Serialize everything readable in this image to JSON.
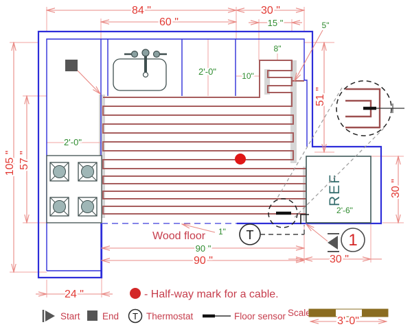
{
  "dims": {
    "top_84": "84 \"",
    "top_60": "60 \"",
    "top_30": "30 \"",
    "top_15": "15 \"",
    "niche_5": "5\"",
    "cable_8": "8\"",
    "counter_2ft": "2'-0\"",
    "cable_10": "10\"",
    "left_105": "105 \"",
    "left_57": "57 \"",
    "left_2ft": "2'-0\"",
    "right_51": "51 \"",
    "right_30": "30 \"",
    "ref_2ft6": "2'-6\"",
    "wood_1": "1\"",
    "bottom_90_green": "90 \"",
    "bottom_90_red": "90 \"",
    "bottom_30": "30 \"",
    "bottom_24": "24 \""
  },
  "labels": {
    "wood_floor": "Wood floor",
    "ref": "REF",
    "thermostat_t": "T",
    "detail_number": "1",
    "note": "- Half-way mark for a cable."
  },
  "legend": {
    "start": "Start",
    "end": "End",
    "thermostat": "Thermostat",
    "floor_sensor": "Floor sensor",
    "scale": "Scale",
    "scale_length": "3'-0\""
  },
  "colors": {
    "wall_blue": "#2d2dd9",
    "dimension_red": "#e23a34",
    "dimension_line_red": "#e98984",
    "label_green": "#2e8b2e",
    "cable_maroon": "#a65c5c",
    "legend_red": "#c63d4c",
    "halfway_dot_red": "#e01616",
    "scale_bar_brown": "#8a6c20",
    "fixture_gray": "#9fb6b6",
    "marker_gray": "#555555"
  }
}
